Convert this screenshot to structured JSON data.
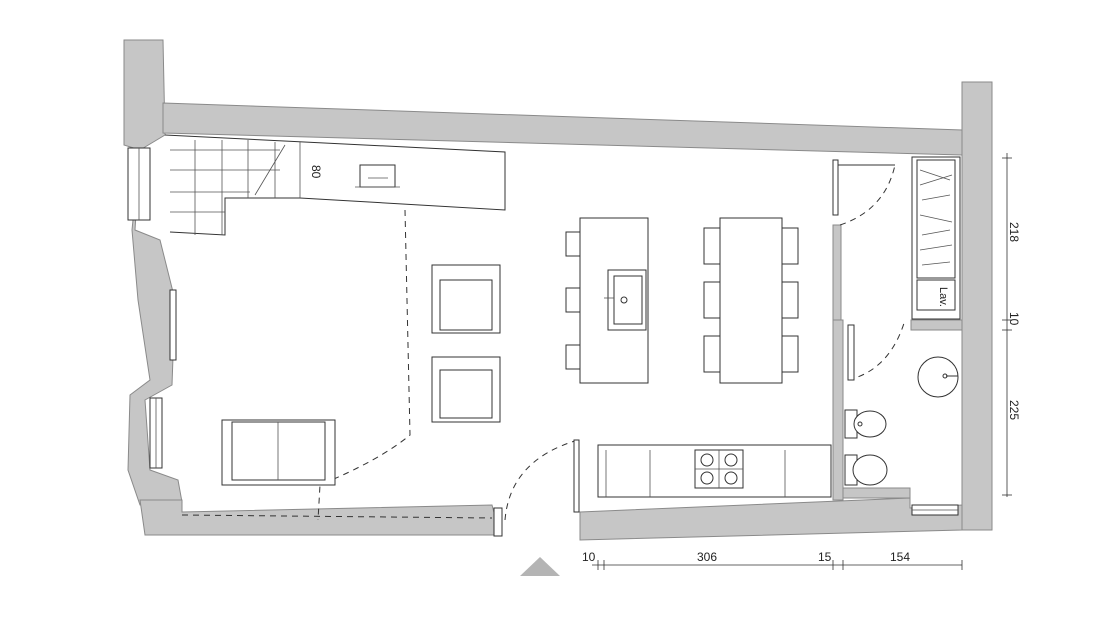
{
  "labels": {
    "stair_width": "80",
    "washer": "Lav."
  },
  "dimensions": {
    "bottom": [
      "10",
      "306",
      "15",
      "154"
    ],
    "right": [
      "218",
      "10",
      "225"
    ]
  },
  "colors": {
    "wall_fill": "#c6c6c6",
    "line": "#333333",
    "entrance_marker": "#b4b4b4"
  },
  "icons": {
    "entrance": "triangle-up-icon",
    "stove": "four-burner-cooktop-icon",
    "sink": "single-bowl-sink-icon"
  }
}
